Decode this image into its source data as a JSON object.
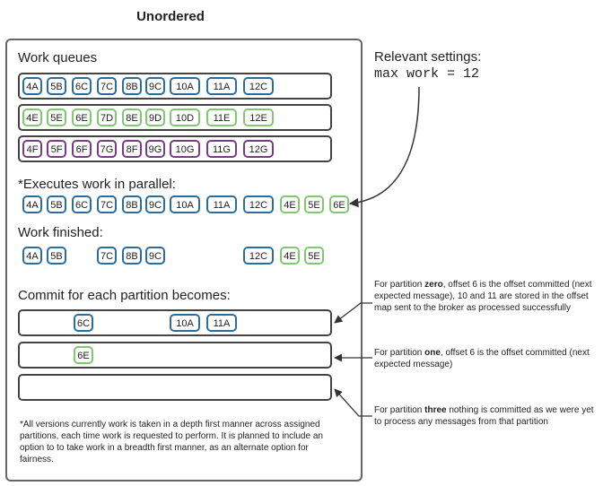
{
  "title": "Unordered",
  "sections": {
    "work_queues": "Work queues",
    "executes": "*Executes work in parallel:",
    "finished": "Work finished:",
    "commit": "Commit for each partition becomes:"
  },
  "settings": {
    "heading": "Relevant settings:",
    "code": "max work = 12"
  },
  "queues": [
    [
      {
        "t": "4A",
        "c": "blue"
      },
      {
        "t": "5B",
        "c": "blue"
      },
      {
        "t": "6C",
        "c": "blue"
      },
      {
        "t": "7C",
        "c": "blue"
      },
      {
        "t": "8B",
        "c": "blue"
      },
      {
        "t": "9C",
        "c": "blue"
      },
      {
        "t": "10A",
        "c": "blue"
      },
      {
        "t": "11A",
        "c": "blue"
      },
      {
        "t": "12C",
        "c": "blue"
      }
    ],
    [
      {
        "t": "4E",
        "c": "green"
      },
      {
        "t": "5E",
        "c": "green"
      },
      {
        "t": "6E",
        "c": "green"
      },
      {
        "t": "7D",
        "c": "green"
      },
      {
        "t": "8E",
        "c": "green"
      },
      {
        "t": "9D",
        "c": "green"
      },
      {
        "t": "10D",
        "c": "green"
      },
      {
        "t": "11E",
        "c": "green"
      },
      {
        "t": "12E",
        "c": "green"
      }
    ],
    [
      {
        "t": "4F",
        "c": "purple"
      },
      {
        "t": "5F",
        "c": "purple"
      },
      {
        "t": "6F",
        "c": "purple"
      },
      {
        "t": "7G",
        "c": "purple"
      },
      {
        "t": "8F",
        "c": "purple"
      },
      {
        "t": "9G",
        "c": "purple"
      },
      {
        "t": "10G",
        "c": "purple"
      },
      {
        "t": "11G",
        "c": "purple"
      },
      {
        "t": "12G",
        "c": "purple"
      }
    ]
  ],
  "executing": [
    {
      "t": "4A",
      "c": "blue"
    },
    {
      "t": "5B",
      "c": "blue"
    },
    {
      "t": "6C",
      "c": "blue"
    },
    {
      "t": "7C",
      "c": "blue"
    },
    {
      "t": "8B",
      "c": "blue"
    },
    {
      "t": "9C",
      "c": "blue"
    },
    {
      "t": "10A",
      "c": "blue"
    },
    {
      "t": "11A",
      "c": "blue"
    },
    {
      "t": "12C",
      "c": "blue"
    },
    {
      "t": "4E",
      "c": "green"
    },
    {
      "t": "5E",
      "c": "green"
    },
    {
      "t": "6E",
      "c": "green"
    }
  ],
  "finished": [
    {
      "t": "4A",
      "c": "blue"
    },
    {
      "t": "5B",
      "c": "blue"
    },
    {
      "t": "7C",
      "c": "blue"
    },
    {
      "t": "8B",
      "c": "blue"
    },
    {
      "t": "9C",
      "c": "blue"
    },
    {
      "t": "12C",
      "c": "blue"
    },
    {
      "t": "4E",
      "c": "green"
    },
    {
      "t": "5E",
      "c": "green"
    }
  ],
  "commits": [
    [
      {
        "t": "6C",
        "c": "blue"
      },
      {
        "t": "10A",
        "c": "blue"
      },
      {
        "t": "11A",
        "c": "blue"
      }
    ],
    [
      {
        "t": "6E",
        "c": "green"
      }
    ],
    []
  ],
  "notes": {
    "zero": {
      "pre": "For partition ",
      "bold": "zero",
      "post": ", offset 6 is the offset committed (next expected message), 10 and 11 are stored in the offset map sent to the broker as processed successfully"
    },
    "one": {
      "pre": "For partition ",
      "bold": "one",
      "post": ", offset 6 is the offset committed (next expected message)"
    },
    "three": {
      "pre": "For partition ",
      "bold": "three",
      "post": " nothing is committed as we were yet to process any messages from that partition"
    }
  },
  "footnote": "*All versions currently work is taken in a depth first manner across assigned partitions, each time work is requested to perform. It is planned to include an option to to take work in a breadth first manner, as an alternate option for fairness.",
  "colors": {
    "blue": "#2a6e9e",
    "green": "#7ecb6e",
    "purple": "#7a3a86"
  }
}
